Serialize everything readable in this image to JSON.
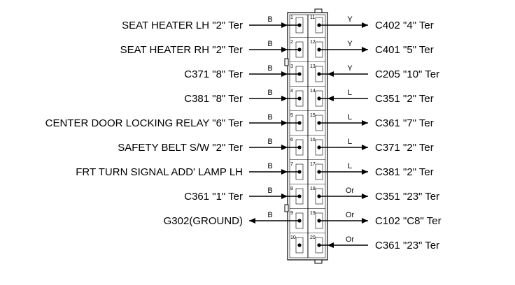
{
  "left_pins": [
    {
      "pin": "1",
      "label": "SEAT HEATER LH \"2\" Ter",
      "wire": "B",
      "dir": "in"
    },
    {
      "pin": "2",
      "label": "SEAT HEATER RH \"2\" Ter",
      "wire": "B",
      "dir": "in"
    },
    {
      "pin": "3",
      "label": "C371 \"8\" Ter",
      "wire": "B",
      "dir": "in"
    },
    {
      "pin": "4",
      "label": "C381 \"8\" Ter",
      "wire": "B",
      "dir": "in"
    },
    {
      "pin": "5",
      "label": "CENTER DOOR LOCKING RELAY \"6\" Ter",
      "wire": "B",
      "dir": "in"
    },
    {
      "pin": "6",
      "label": "SAFETY BELT S/W \"2\" Ter",
      "wire": "B",
      "dir": "in"
    },
    {
      "pin": "7",
      "label": "FRT TURN SIGNAL ADD' LAMP LH",
      "wire": "B",
      "dir": "in"
    },
    {
      "pin": "8",
      "label": "C361 \"1\" Ter",
      "wire": "B",
      "dir": "in"
    },
    {
      "pin": "9",
      "label": "G302(GROUND)",
      "wire": "B",
      "dir": "out"
    },
    {
      "pin": "10",
      "label": "",
      "wire": "",
      "dir": "none"
    }
  ],
  "right_pins": [
    {
      "pin": "11",
      "label": "C402 \"4\" Ter",
      "wire": "Y",
      "dir": "out"
    },
    {
      "pin": "12",
      "label": "C401 \"5\" Ter",
      "wire": "Y",
      "dir": "out"
    },
    {
      "pin": "13",
      "label": "C205 \"10\" Ter",
      "wire": "Y",
      "dir": "in"
    },
    {
      "pin": "14",
      "label": "C351 \"2\" Ter",
      "wire": "L",
      "dir": "in"
    },
    {
      "pin": "15",
      "label": "C361 \"7\" Ter",
      "wire": "L",
      "dir": "out"
    },
    {
      "pin": "16",
      "label": "C371 \"2\" Ter",
      "wire": "L",
      "dir": "out"
    },
    {
      "pin": "17",
      "label": "C381 \"2\" Ter",
      "wire": "L",
      "dir": "out"
    },
    {
      "pin": "18",
      "label": "C351 \"23\" Ter",
      "wire": "Or",
      "dir": "out"
    },
    {
      "pin": "19",
      "label": "C102 \"C8\" Ter",
      "wire": "Or",
      "dir": "out"
    },
    {
      "pin": "20",
      "label": "C361 \"23\" Ter",
      "wire": "Or",
      "dir": "in"
    }
  ]
}
